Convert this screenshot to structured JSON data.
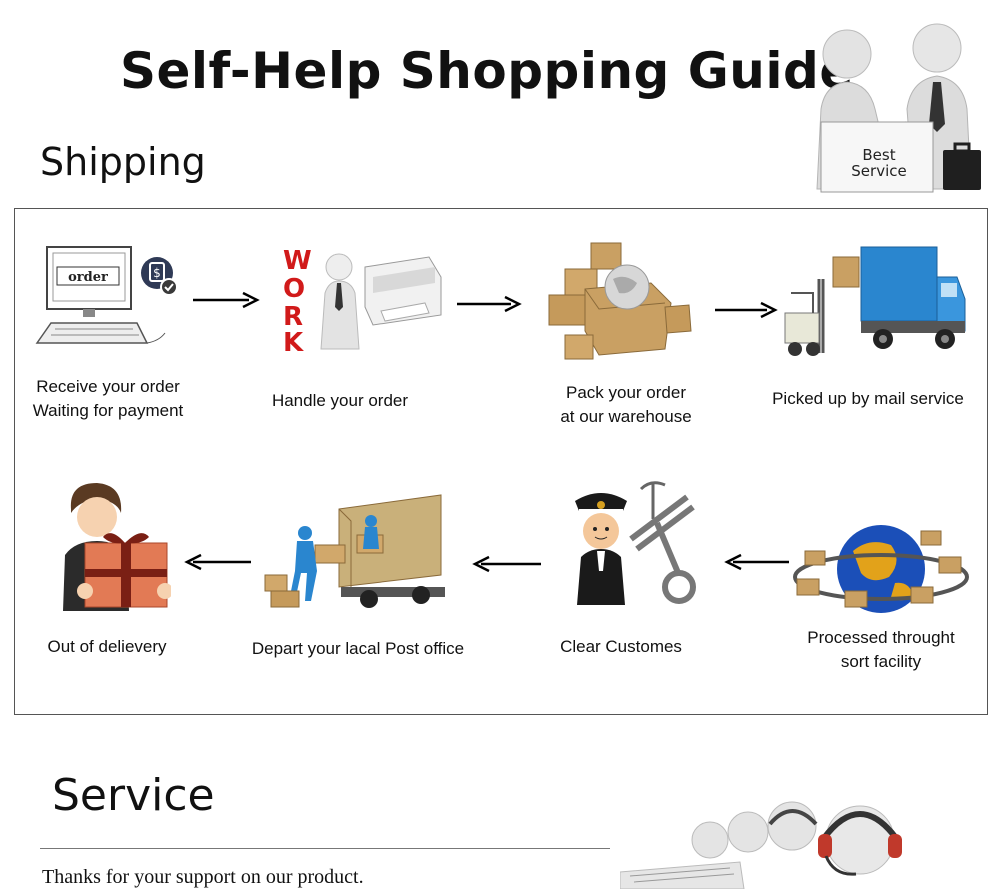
{
  "header": {
    "title": "Self-Help Shopping Guide",
    "badge_line1": "Best",
    "badge_line2": "Service"
  },
  "shipping": {
    "heading": "Shipping",
    "steps": [
      {
        "line1": "Receive your order",
        "line2": "Waiting for payment",
        "icon": "computer-order-icon",
        "screen_text": "order"
      },
      {
        "line1": "Handle your order",
        "line2": "",
        "icon": "work-printer-icon",
        "work_letters": [
          "W",
          "O",
          "R",
          "K"
        ]
      },
      {
        "line1": "Pack your order",
        "line2": "at our warehouse",
        "icon": "boxes-globe-icon"
      },
      {
        "line1": "Picked up by mail service",
        "line2": "",
        "icon": "truck-forklift-icon"
      },
      {
        "line1": "Processed throught",
        "line2": "sort facility",
        "icon": "globe-sorting-icon"
      },
      {
        "line1": "Clear Customes",
        "line2": "",
        "icon": "customs-officer-icon"
      },
      {
        "line1": "Depart your lacal Post office",
        "line2": "",
        "icon": "delivery-truck-icon"
      },
      {
        "line1": "Out of delievery",
        "line2": "",
        "icon": "gift-recipient-icon"
      }
    ]
  },
  "service": {
    "heading": "Service",
    "text": "Thanks for your support on our product."
  },
  "colors": {
    "text": "#111111",
    "border": "#555555",
    "box_brown": "#c9a063",
    "truck_blue": "#2a86cf",
    "work_red": "#d11a1a"
  }
}
